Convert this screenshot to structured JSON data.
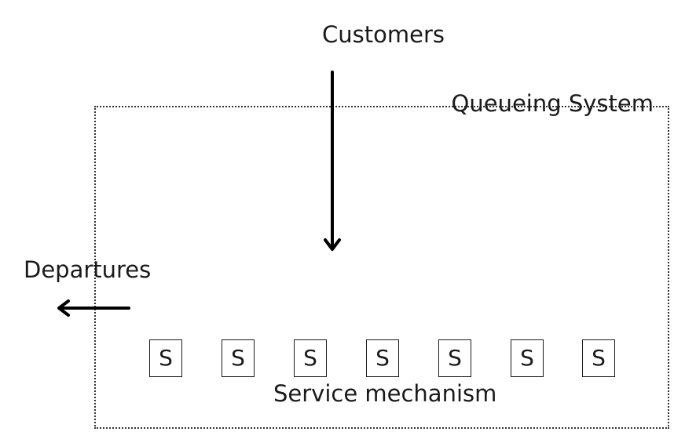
{
  "labels": {
    "customers": "Customers",
    "queueing_system": "Queueing System",
    "departures": "Departures",
    "service_mechanism": "Service mechanism"
  },
  "servers": [
    {
      "label": "S"
    },
    {
      "label": "S"
    },
    {
      "label": "S"
    },
    {
      "label": "S"
    },
    {
      "label": "S"
    },
    {
      "label": "S"
    },
    {
      "label": "S"
    }
  ]
}
